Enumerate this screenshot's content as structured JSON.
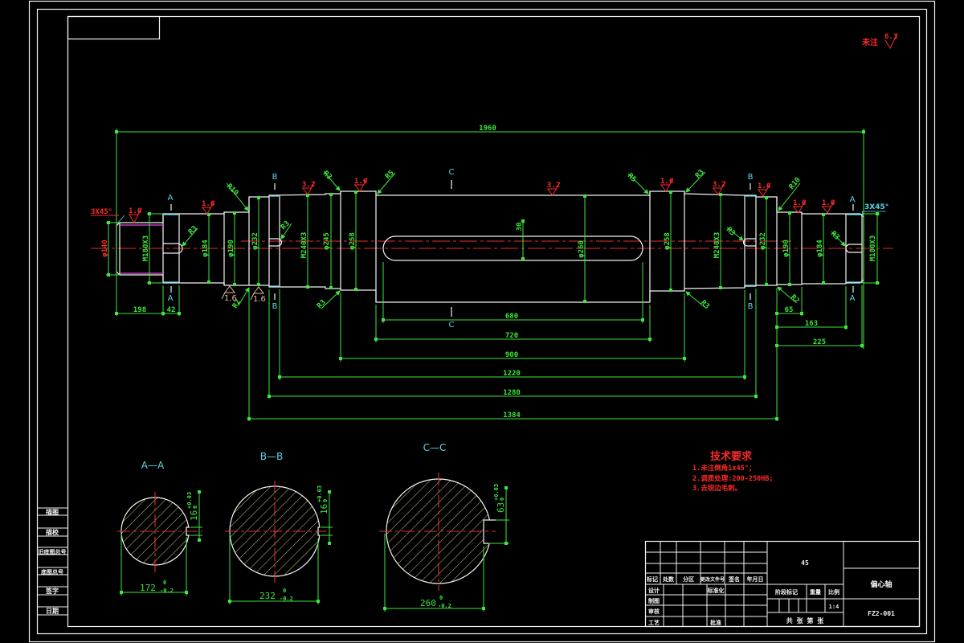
{
  "corner_note": {
    "prefix": "未注",
    "roughness": "6.3"
  },
  "main_view": {
    "overall_length": "1960",
    "chamfer_left": "3X45°",
    "chamfer_right": "3X45°",
    "section_marks": {
      "a": "A",
      "b": "B",
      "c": "C"
    },
    "diameters_left": [
      "φ140",
      "M180X3",
      "φ184",
      "φ190",
      "φ232",
      "M240X3",
      "φ245",
      "φ258"
    ],
    "center": {
      "keyway_width": "30",
      "diameter": "φ260"
    },
    "diameters_right": [
      "φ258",
      "M240X3",
      "φ232",
      "φ190",
      "φ184",
      "M180X3"
    ],
    "radii_left": [
      "R3",
      "R10",
      "R2",
      "R3",
      "R3",
      "R3",
      "R5"
    ],
    "radii_right": [
      "R5",
      "R3",
      "R3",
      "R3",
      "R10",
      "R2",
      "R3"
    ],
    "roughness_left": [
      "1.6",
      "1.6",
      "3.2",
      "1.6"
    ],
    "roughness_bottom": [
      "1.6",
      "1.6"
    ],
    "roughness_center": "3.2",
    "roughness_right": [
      "1.6",
      "3.2",
      "1.6",
      "1.6",
      "1.6"
    ],
    "lengths_left": [
      "198",
      "42"
    ],
    "lengths_center": [
      "680",
      "720",
      "900",
      "1220",
      "1280",
      "1384"
    ],
    "lengths_right": [
      "65",
      "163",
      "225"
    ]
  },
  "sections": [
    {
      "label": "A—A",
      "width": "172",
      "width_tol_upper": "0",
      "width_tol_lower": "-0.2",
      "key": "16",
      "key_tol_upper": "+0.03",
      "key_tol_lower": "0"
    },
    {
      "label": "B—B",
      "width": "232",
      "width_tol_upper": "0",
      "width_tol_lower": "-0.2",
      "key": "16",
      "key_tol_upper": "+0.03",
      "key_tol_lower": "0"
    },
    {
      "label": "C—C",
      "width": "260",
      "width_tol_upper": "0",
      "width_tol_lower": "-0.2",
      "key": "63",
      "key_tol_upper": "+0.03",
      "key_tol_lower": "0"
    }
  ],
  "tech_requirements": {
    "title": "技术要求",
    "items": [
      "1.未注倒角1x45°；",
      "2.调质处理:200-250HB;",
      "3.去锐边毛刺。"
    ]
  },
  "left_strip": [
    "描图",
    "描校",
    "旧底图总号",
    "底图总号",
    "签字",
    "日期"
  ],
  "title_block": {
    "headers": [
      "标记",
      "处数",
      "分区",
      "更改文件号",
      "签名",
      "年月日"
    ],
    "roles": [
      "设计",
      "制图",
      "审核",
      "工艺"
    ],
    "standardization": "标准化",
    "approval": "批准",
    "material": "45",
    "stage_mark": "阶段标记",
    "weight": "重量",
    "scale_label": "比例",
    "scale": "1:4",
    "sheets": "共  张  第  张",
    "part_name": "偏心轴",
    "drawing_number": "FZ2-001"
  }
}
